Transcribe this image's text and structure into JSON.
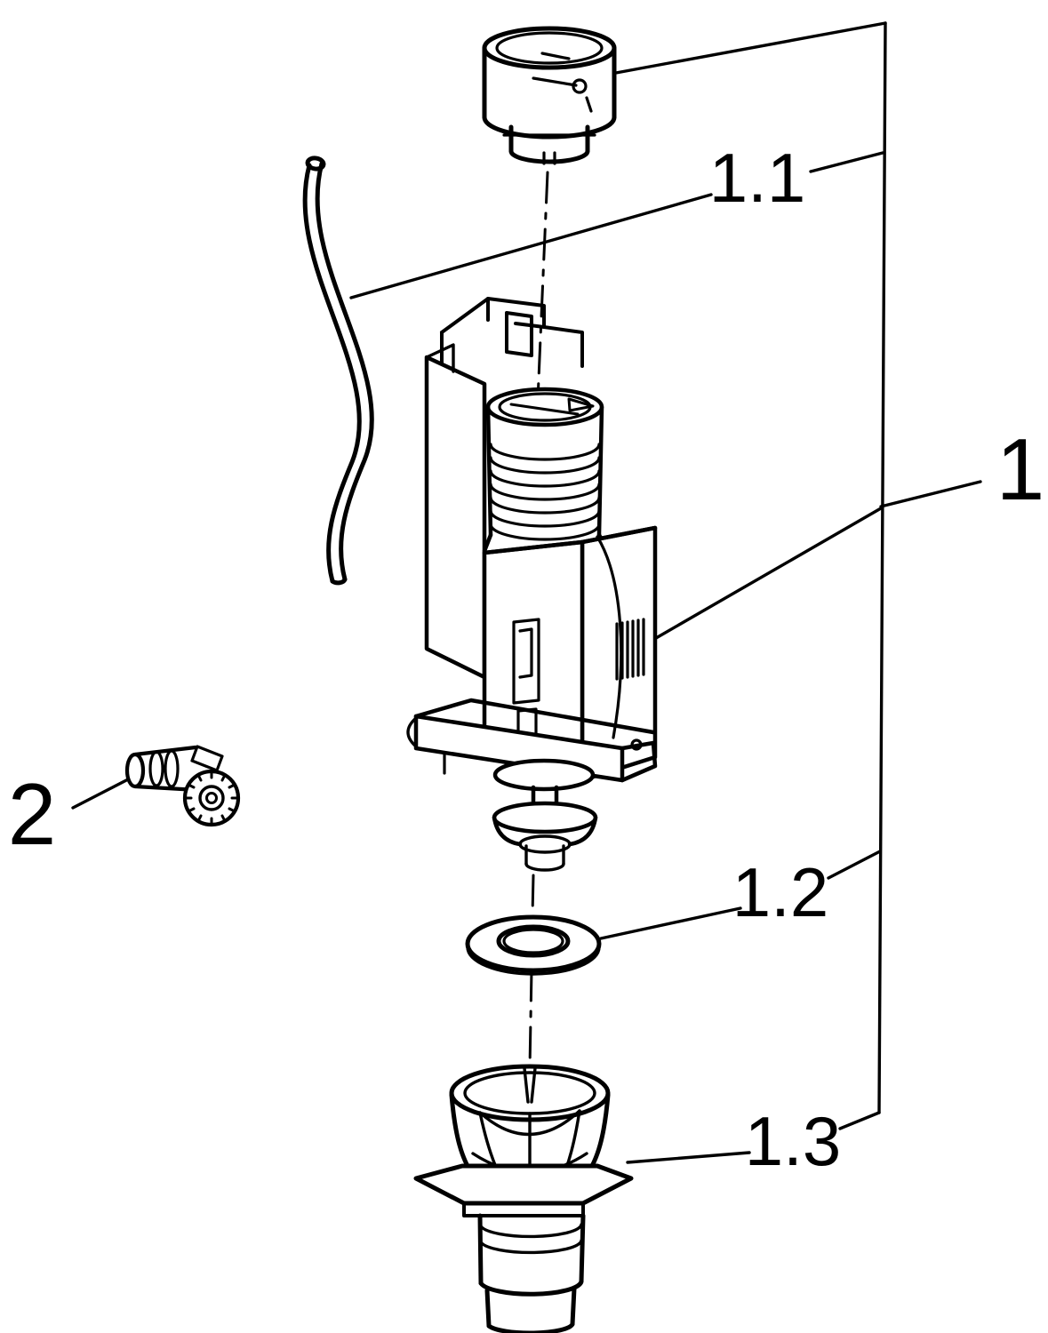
{
  "figure": {
    "background_color": "#ffffff",
    "line_color": "#000000",
    "callouts": {
      "assembly": "1",
      "upper_unit": "1.1",
      "seal_washer": "1.2",
      "valve_base": "1.3",
      "connector": "2"
    }
  }
}
